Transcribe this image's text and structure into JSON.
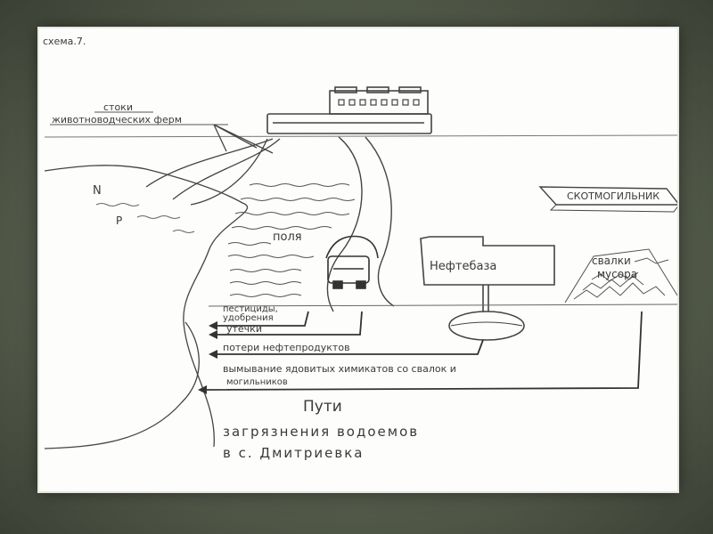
{
  "diagram": {
    "scheme_label": "схема.7.",
    "labels": {
      "drains_line1": "стоки",
      "drains_line2": "животноводческих ферм",
      "river_n": "N",
      "river_p": "P",
      "fields": "поля",
      "oil_depot": "Нефтебаза",
      "cattle_burial": "СКОТМОГИЛЬНИК",
      "landfill_line1": "свалки",
      "landfill_line2": "мусора"
    },
    "arrows": [
      {
        "line1": "пестициды,",
        "line2": "удобрения"
      },
      {
        "line1": "утечки",
        "line2": ""
      },
      {
        "line1": "потери нефтепродуктов",
        "line2": ""
      },
      {
        "line1": "вымывание ядовитых химикатов со свалок и",
        "line2": "могильников"
      }
    ],
    "title": {
      "line1": "Пути",
      "line2": "загрязнения водоемов",
      "line3": "в с. Дмитриевка"
    }
  }
}
